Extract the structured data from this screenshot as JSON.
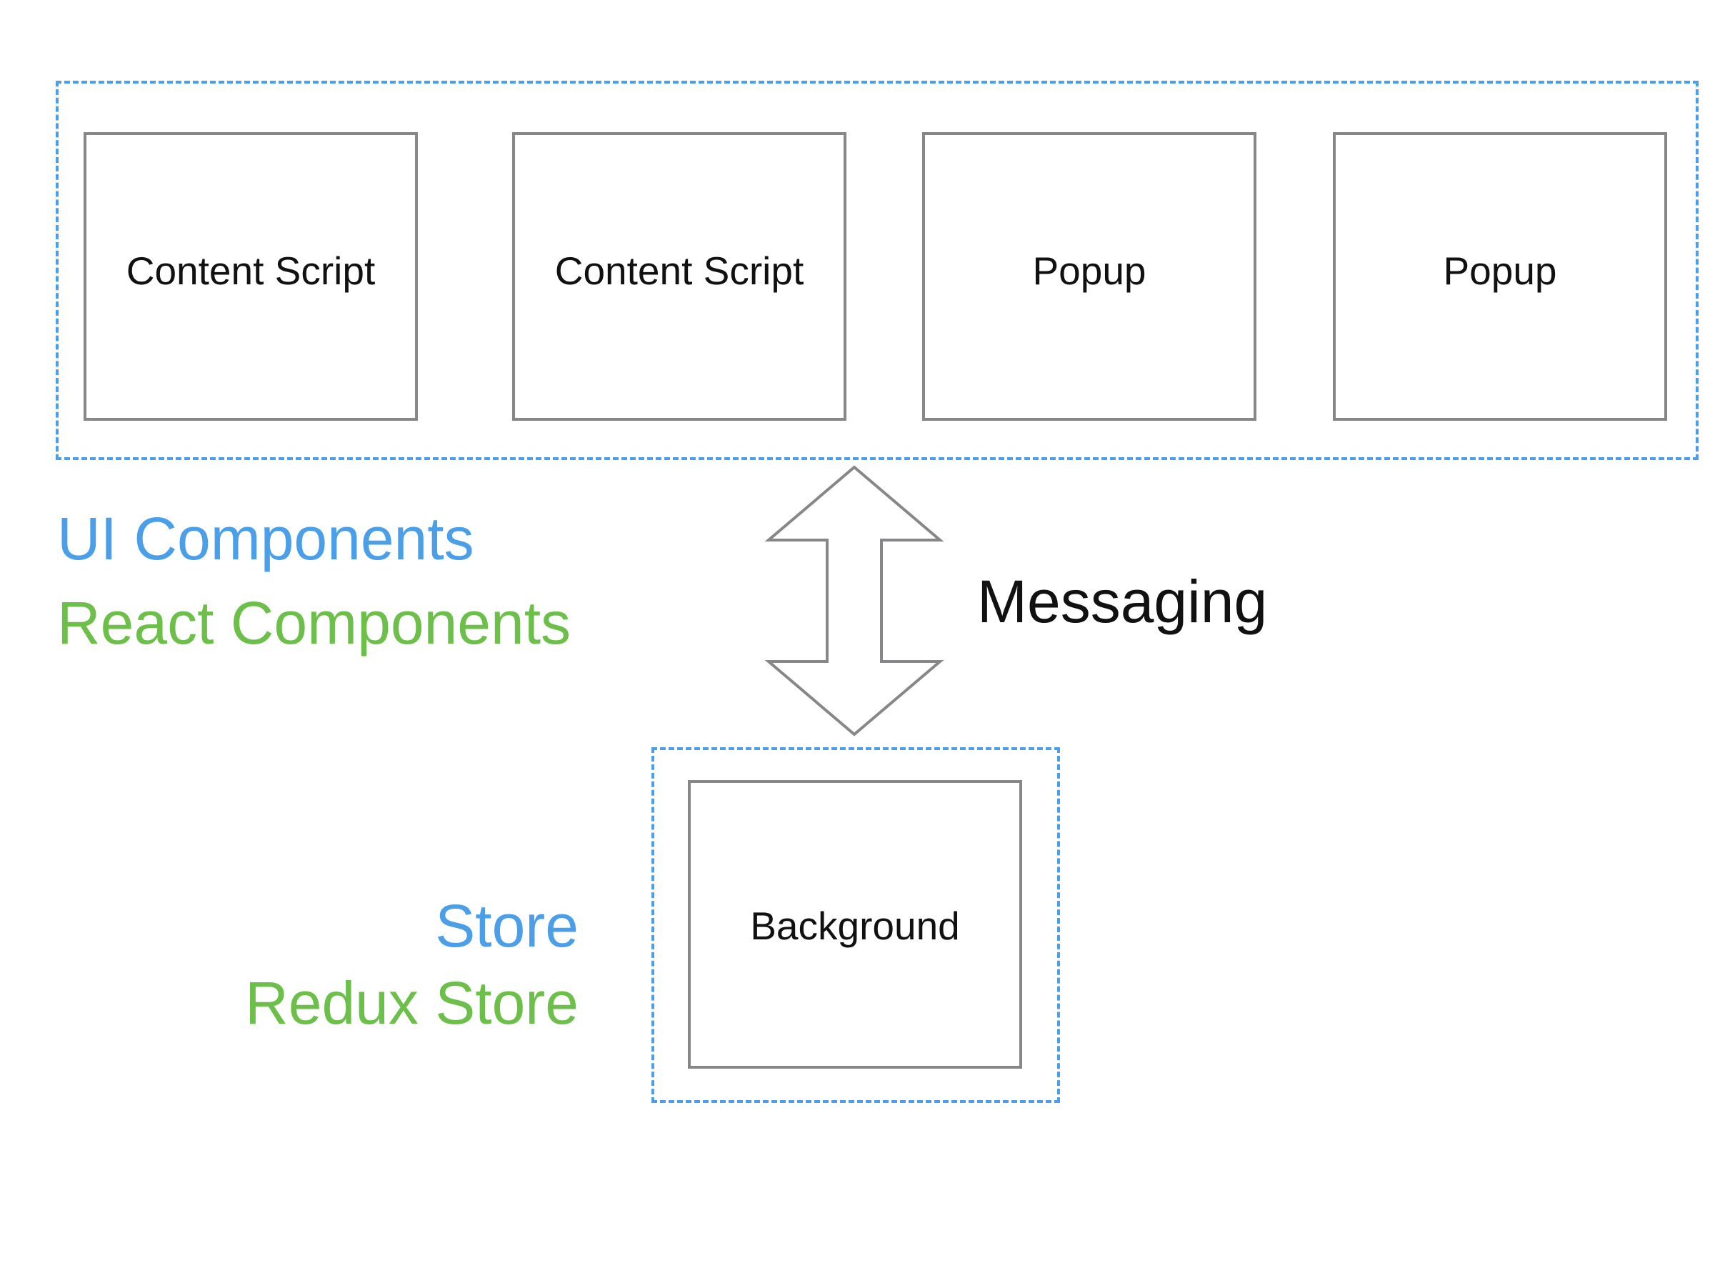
{
  "groups": {
    "ui": {
      "label": "UI Components",
      "sublabel": "React Components",
      "boxes": [
        {
          "label": "Content Script"
        },
        {
          "label": "Content Script"
        },
        {
          "label": "Popup"
        },
        {
          "label": "Popup"
        }
      ]
    },
    "store": {
      "label": "Store",
      "sublabel": "Redux Store",
      "box": {
        "label": "Background"
      }
    }
  },
  "connection": {
    "label": "Messaging",
    "arrow": "double-headed-vertical"
  },
  "colors": {
    "group_border": "#4a9fe8",
    "label_primary": "#4a9fe8",
    "label_secondary": "#6cc04a",
    "box_border": "#87878a",
    "arrow_stroke": "#87878a",
    "text": "#111111"
  }
}
